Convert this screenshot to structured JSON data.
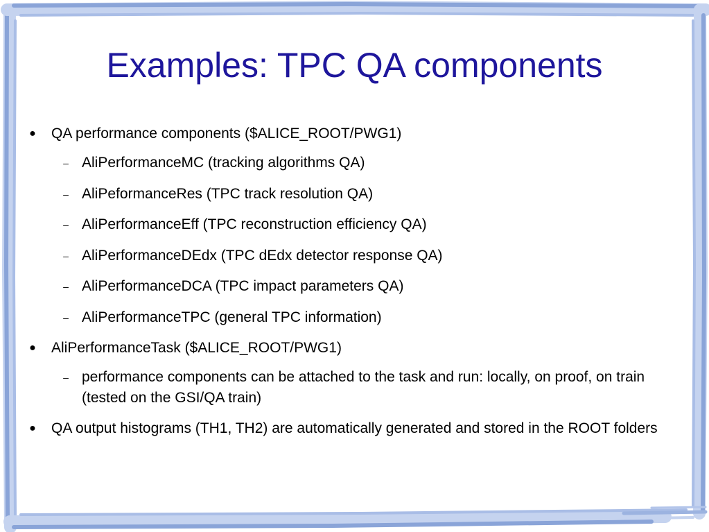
{
  "title": "Examples: TPC QA components",
  "items": [
    {
      "text": "QA performance components ($ALICE_ROOT/PWG1)",
      "sub": [
        "AliPerformanceMC  (tracking algorithms QA)",
        "AliPeformanceRes (TPC track resolution QA)",
        "AliPerformanceEff (TPC reconstruction efficiency QA)",
        "AliPerformanceDEdx (TPC dEdx detector response QA)",
        "AliPerformanceDCA  (TPC impact parameters QA)",
        "AliPerformanceTPC  (general TPC information)"
      ]
    },
    {
      "text": "AliPerformanceTask ($ALICE_ROOT/PWG1)",
      "sub": [
        "performance components can be attached to the task and run: locally, on proof, on train (tested on the GSI/QA train)"
      ]
    },
    {
      "text": "QA output histograms (TH1, TH2) are automatically generated and stored in the ROOT folders",
      "sub": []
    }
  ],
  "colors": {
    "title": "#1e169c",
    "frame": "#7f9ad0",
    "frame_light": "#b9c9ea"
  }
}
